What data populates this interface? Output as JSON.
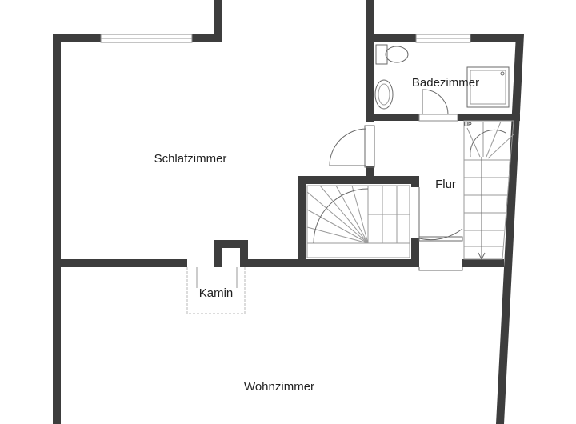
{
  "rooms": {
    "schlafzimmer": "Schlafzimmer",
    "badezimmer": "Badezimmer",
    "flur": "Flur",
    "kamin": "Kamin",
    "wohnzimmer": "Wohnzimmer"
  },
  "stairs": {
    "up_marker": "UP"
  }
}
